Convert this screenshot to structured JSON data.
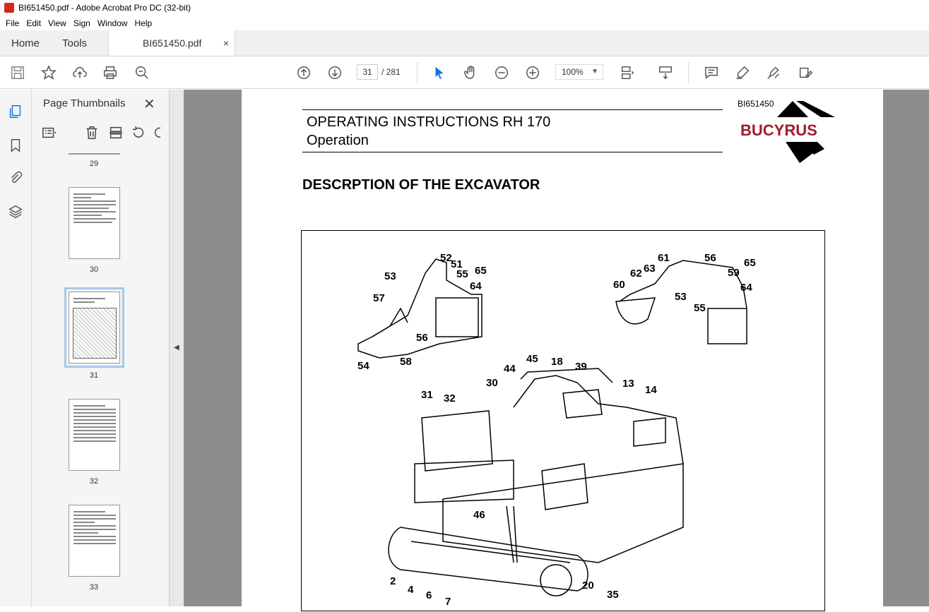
{
  "window": {
    "title": "BI651450.pdf - Adobe Acrobat Pro DC (32-bit)"
  },
  "menu": [
    "File",
    "Edit",
    "View",
    "Sign",
    "Window",
    "Help"
  ],
  "tabs": {
    "home": "Home",
    "tools": "Tools",
    "doc": "BI651450.pdf",
    "close": "×"
  },
  "toolbar": {
    "current_page": "31",
    "page_sep": "/ 281",
    "zoom": "100%"
  },
  "panel": {
    "title": "Page Thumbnails",
    "thumbs": [
      "29",
      "30",
      "31",
      "32",
      "33"
    ]
  },
  "page": {
    "doc_id": "BI651450",
    "title_line1": "OPERATING INSTRUCTIONS RH 170",
    "title_line2": "Operation",
    "logo": "BUCYRUS",
    "heading": "DESCRPTION OF THE EXCAVATOR",
    "callouts": [
      "52",
      "51",
      "53",
      "55",
      "65",
      "64",
      "57",
      "56",
      "54",
      "58",
      "61",
      "56",
      "62",
      "63",
      "59",
      "65",
      "60",
      "53",
      "64",
      "55",
      "45",
      "18",
      "44",
      "39",
      "30",
      "13",
      "14",
      "31",
      "32",
      "46",
      "2",
      "4",
      "6",
      "7",
      "20",
      "35"
    ]
  },
  "colors": {
    "accent": "#1473e6",
    "logo": "#a01c2a"
  }
}
